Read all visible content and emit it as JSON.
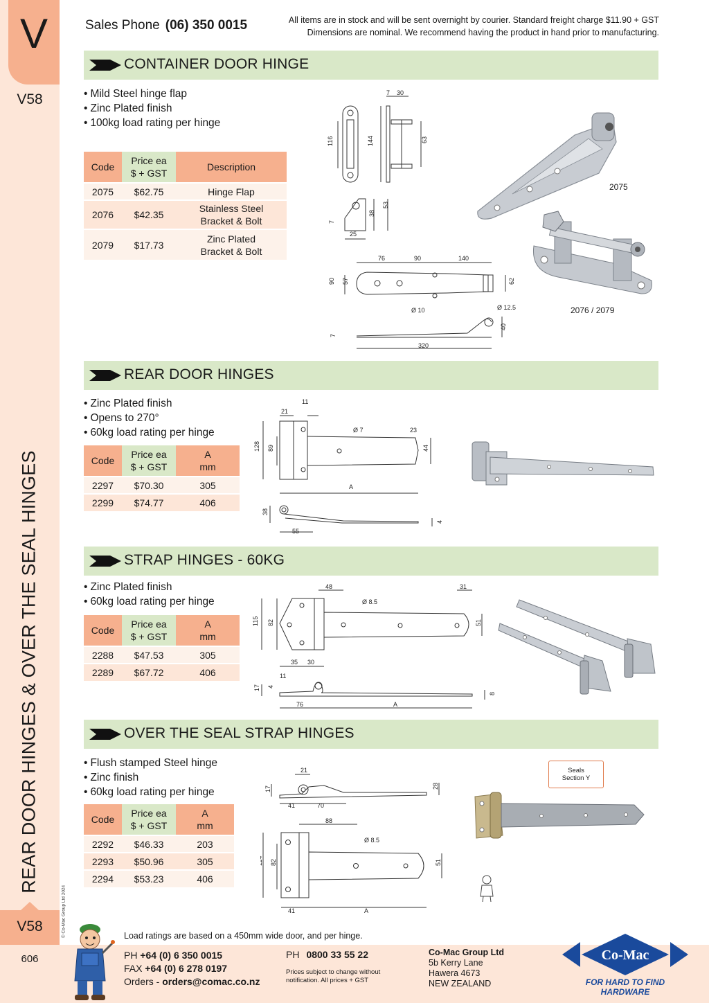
{
  "side": {
    "section_letter": "V",
    "page_code_top": "V58",
    "vertical_title": "REAR DOOR HINGES & OVER THE SEAL HINGES",
    "copyright": "© Co-Mac Group Ltd 2024",
    "page_code_bottom": "V58",
    "page_number": "606"
  },
  "header": {
    "sales_label": "Sales Phone",
    "sales_phone": "(06) 350 0015",
    "notice_line1": "All items are in stock and will be sent overnight by courier. Standard freight charge $11.90 + GST",
    "notice_line2": "Dimensions are nominal. We recommend having the product in hand prior to manufacturing."
  },
  "sections": {
    "container": {
      "title": "CONTAINER DOOR HINGE",
      "bullets": [
        "Mild Steel hinge flap",
        "Zinc Plated finish",
        "100kg load rating per hinge"
      ],
      "headers": [
        "Code",
        "Price ea",
        "$ + GST",
        "Description"
      ],
      "rows": [
        {
          "code": "2075",
          "price": "$62.75",
          "desc1": "Hinge Flap",
          "desc2": ""
        },
        {
          "code": "2076",
          "price": "$42.35",
          "desc1": "Stainless Steel",
          "desc2": "Bracket & Bolt"
        },
        {
          "code": "2079",
          "price": "$17.73",
          "desc1": "Zinc Plated",
          "desc2": "Bracket & Bolt"
        }
      ],
      "photo_label_1": "2075",
      "photo_label_2": "2076 / 2079",
      "dims": {
        "d7": "7",
        "d30": "30",
        "d116": "116",
        "d144": "144",
        "d63": "63",
        "d38": "38",
        "d53": "53",
        "d25": "25",
        "d7b": "7",
        "d76": "76",
        "d90": "90",
        "d140": "140",
        "d90b": "90",
        "d57": "57",
        "d62": "62",
        "d10": "Ø 10",
        "d125": "Ø 12.5",
        "d7c": "7",
        "d40": "40",
        "d320": "320"
      }
    },
    "rear": {
      "title": "REAR DOOR HINGES",
      "bullets": [
        "Zinc Plated finish",
        "Opens to 270°",
        "60kg load rating per hinge"
      ],
      "headers": [
        "Code",
        "Price ea",
        "$ + GST",
        "A",
        "mm"
      ],
      "rows": [
        {
          "code": "2297",
          "price": "$70.30",
          "a": "305"
        },
        {
          "code": "2299",
          "price": "$74.77",
          "a": "406"
        }
      ],
      "dims": {
        "d11": "11",
        "d21": "21",
        "d7": "Ø 7",
        "d23": "23",
        "d128": "128",
        "d89": "89",
        "d44": "44",
        "dA": "A",
        "d38": "38",
        "d55": "55",
        "d4": "4"
      }
    },
    "strap": {
      "title": "STRAP HINGES - 60KG",
      "bullets": [
        "Zinc Plated finish",
        "60kg load rating per hinge"
      ],
      "headers": [
        "Code",
        "Price ea",
        "$ + GST",
        "A",
        "mm"
      ],
      "rows": [
        {
          "code": "2288",
          "price": "$47.53",
          "a": "305"
        },
        {
          "code": "2289",
          "price": "$67.72",
          "a": "406"
        }
      ],
      "dims": {
        "d48": "48",
        "d85": "Ø 8.5",
        "d31": "31",
        "d115": "115",
        "d82": "82",
        "d51": "51",
        "d35": "35",
        "d30": "30",
        "d11": "11",
        "d17": "17",
        "d4": "4",
        "d76": "76",
        "dA": "A",
        "d8": "8"
      }
    },
    "seal": {
      "title": "OVER THE SEAL STRAP HINGES",
      "bullets": [
        "Flush stamped Steel hinge",
        "Zinc finish",
        "60kg load rating per hinge"
      ],
      "headers": [
        "Code",
        "Price ea",
        "$ + GST",
        "A",
        "mm"
      ],
      "rows": [
        {
          "code": "2292",
          "price": "$46.33",
          "a": "203"
        },
        {
          "code": "2293",
          "price": "$50.96",
          "a": "305"
        },
        {
          "code": "2294",
          "price": "$53.23",
          "a": "406"
        }
      ],
      "seals_line1": "Seals",
      "seals_line2": "Section Y",
      "dims": {
        "d21": "21",
        "d17": "17",
        "d28": "28",
        "d41": "41",
        "d70": "70",
        "d88": "88",
        "d85": "Ø 8.5",
        "d114": "114",
        "d82": "82",
        "d51": "51",
        "d41b": "41",
        "dA": "A"
      }
    }
  },
  "footer": {
    "load_note": "Load ratings are based on a 450mm wide door, and per hinge.",
    "ph_label": "PH",
    "ph": "+64 (0) 6 350 0015",
    "fax_label": "FAX",
    "fax": "+64 (0) 6 278 0197",
    "orders_label": "Orders -",
    "orders": "orders@comac.co.nz",
    "ph2_label": "PH",
    "ph2": "0800 33 55 22",
    "prices_line1": "Prices subject to change without",
    "prices_line2": "notification. All prices + GST",
    "company": "Co-Mac Group Ltd",
    "addr1": "5b Kerry Lane",
    "addr2": "Hawera 4673",
    "addr3": "NEW ZEALAND",
    "logo_text": "Co-Mac",
    "tagline": "FOR HARD TO FIND HARDWARE"
  },
  "colors": {
    "peach": "#f6b08e",
    "light_peach": "#fde6d8",
    "green": "#d9e8c8",
    "blue": "#1a4a9c"
  }
}
